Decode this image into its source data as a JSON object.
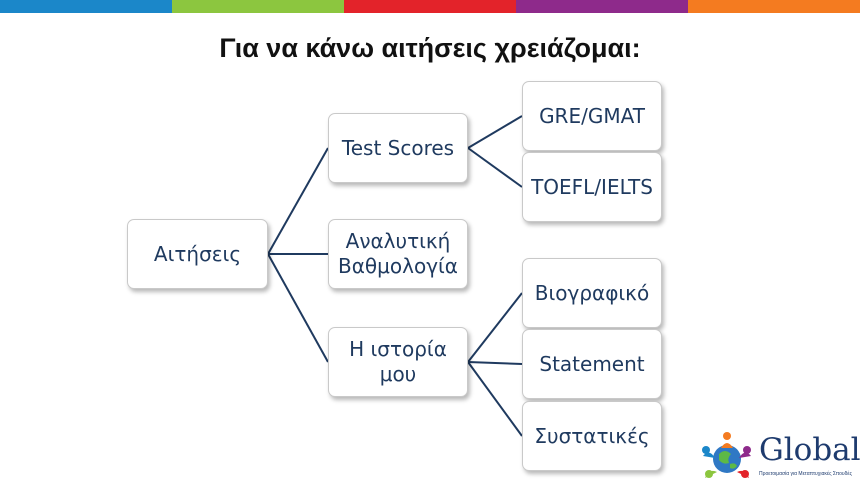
{
  "title": "Για να κάνω αιτήσεις χρειάζομαι:",
  "top_bar_colors": [
    "#1b87c9",
    "#8cc63f",
    "#e3232a",
    "#8e2a8b",
    "#f47b20"
  ],
  "accent_color": "#1f3a5f",
  "diagram": {
    "root": "Αιτήσεις",
    "level1": [
      "Test Scores",
      "Αναλυτική\nΒαθμολογία",
      "Η ιστορία\nμου"
    ],
    "level2": {
      "test_scores": [
        "GRE/GMAT",
        "TOEFL/IELTS"
      ],
      "story": [
        "Βιογραφικό",
        "Statement",
        "Συστατικές"
      ]
    }
  },
  "logo": {
    "word": "Global",
    "tagline": "Προετοιμασία για Μεταπτυχιακές Σπουδές"
  }
}
